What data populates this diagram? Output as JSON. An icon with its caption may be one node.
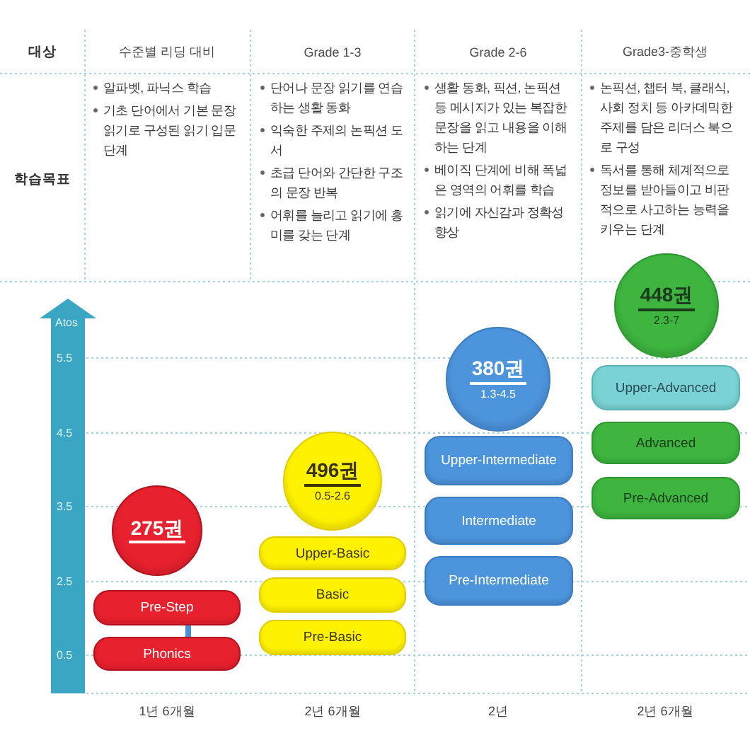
{
  "diagram": {
    "nodes": [
      {
        "text": [
          "275권"
        ]
      },
      {
        "text": [
          "Pre-Step"
        ]
      },
      {
        "text": [
          "Phonics"
        ]
      },
      {
        "text": [
          "496권",
          "0.5-2.6"
        ]
      },
      {
        "text": [
          "Upper-Basic"
        ]
      },
      {
        "text": [
          "Basic"
        ]
      },
      {
        "text": [
          "Pre-Basic"
        ]
      },
      {
        "text": [
          "380권",
          "1.3-4.5"
        ]
      },
      {
        "text": [
          "Upper-Intermediate"
        ]
      },
      {
        "text": [
          "Intermediate"
        ]
      },
      {
        "text": [
          "Pre-Intermediate"
        ]
      },
      {
        "text": [
          "448권",
          "2.3-7"
        ]
      },
      {
        "text": [
          "Upper-Advanced"
        ]
      },
      {
        "text": [
          "Advanced"
        ]
      },
      {
        "text": [
          "Pre-Advanced"
        ]
      }
    ],
    "edges": [
      {
        "from": 1,
        "to": 2,
        "arrow": "none",
        "color": "#4a8fd6"
      }
    ],
    "labels": [
      "대상",
      "수준별 리딩 대비",
      "Grade 1-3",
      "Grade 2-6",
      "Grade3-중학생",
      "학습목표",
      "알파벳, 파닉스 학습",
      "기초 단어에서 기본 문장 읽기로 구성된 읽기 입문 단계",
      "단어나 문장 읽기를 연습하는 생활 동화",
      "익숙한 주제의 논픽션 도서",
      "초급 단어와 간단한 구조의 문장 반복",
      "어휘를 늘리고 읽기에 흥미를 갖는 단계",
      "생활 동화, 픽션, 논픽션 등 메시지가 있는 복잡한 문장을 읽고 내용을 이해하는 단계",
      "베이직 단계에 비해 폭넓은 영역의 어휘를 학습",
      "읽기에 자신감과 정확성 향상",
      "논픽션, 챕터 북, 클래식, 사회 정치 등 아카데믹한 주제를 담은 리더스 북으로 구성",
      "독서를 통해 체계적으로 정보를 받아들이고 비판적으로 사고하는 능력을 키우는 단계",
      "Atos",
      "5.5",
      "4.5",
      "3.5",
      "2.5",
      "0.5",
      "1년 6개월",
      "2년 6개월",
      "2년",
      "2년 6개월"
    ]
  }
}
